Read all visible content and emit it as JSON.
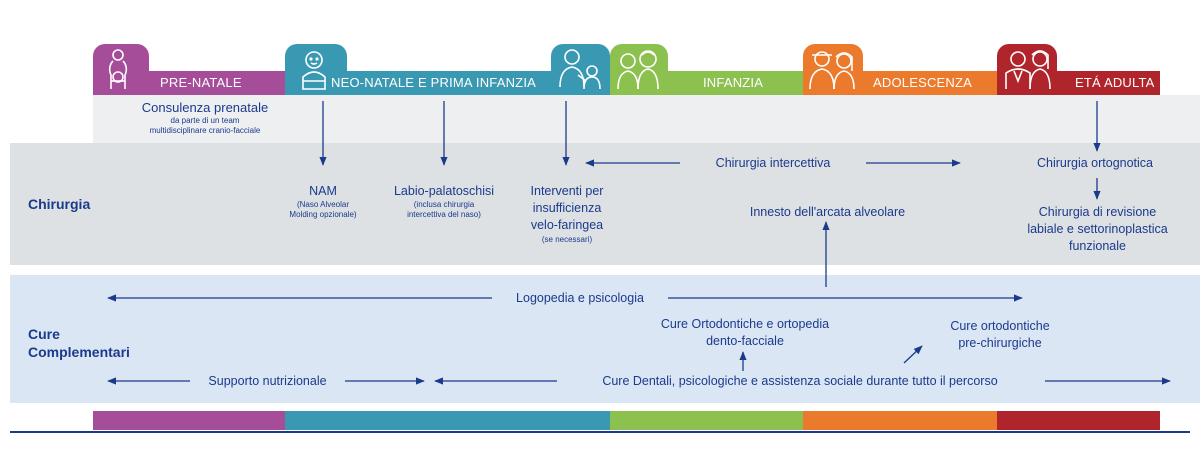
{
  "stages": [
    {
      "id": "pre-natale",
      "label": "PRE-NATALE",
      "color": "#a64d9a"
    },
    {
      "id": "neonatale",
      "label": "NEO-NATALE E PRIMA INFANZIA",
      "color": "#3a99b2"
    },
    {
      "id": "infanzia",
      "label": "INFANZIA",
      "color": "#8cc04f"
    },
    {
      "id": "adolescenza",
      "label": "ADOLESCENZA",
      "color": "#ec7a2c"
    },
    {
      "id": "eta-adulta",
      "label": "ETÁ ADULTA",
      "color": "#b0252b"
    }
  ],
  "prenatal": {
    "title": "Consulenza  prenatale",
    "line1": "da parte di un team",
    "line2": "multidisciplinare  cranio-facciale"
  },
  "lanes": {
    "chirurgia": "Chirurgia",
    "cure_line1": "Cure",
    "cure_line2": "Complementari"
  },
  "surgery": {
    "nam_title": "NAM",
    "nam_sub1": "(Naso Alveolar",
    "nam_sub2": "Molding  opzionale)",
    "labio_title": "Labio-palatoschisi",
    "labio_sub1": "(inclusa chirurgia",
    "labio_sub2": "intercettiva del naso)",
    "interventi_1": "Interventi per",
    "interventi_2": "insufficienza",
    "interventi_3": "velo-faringea",
    "interventi_sub": "(se necessari)",
    "intercettiva": "Chirurgia intercettiva",
    "innesto": "Innesto dell'arcata alveolare",
    "ortognotica": "Chirurgia ortognotica",
    "revisione_1": "Chirurgia di revisione",
    "revisione_2": "labiale e settorinoplastica",
    "revisione_3": "funzionale"
  },
  "care": {
    "logopedia": "Logopedia e psicologia",
    "ortodontiche_1": "Cure Ortodontiche e ortopedia",
    "ortodontiche_2": "dento-facciale",
    "prechir_1": "Cure ortodontiche",
    "prechir_2": "pre-chirurgiche",
    "supporto": "Supporto nutrizionale",
    "dentali": "Cure Dentali, psicologiche e assistenza sociale durante tutto il percorso"
  },
  "colors": {
    "text": "#1b3a8c",
    "grey_lane": "#dde1e3",
    "blue_lane": "#dbe6f5",
    "prenatal_row": "#eeeff1",
    "rule": "#1b3a8c"
  },
  "icons": [
    "pregnant-woman-icon",
    "baby-icon",
    "parent-child-icon",
    "child-icon",
    "teenagers-icon",
    "adults-icon"
  ]
}
